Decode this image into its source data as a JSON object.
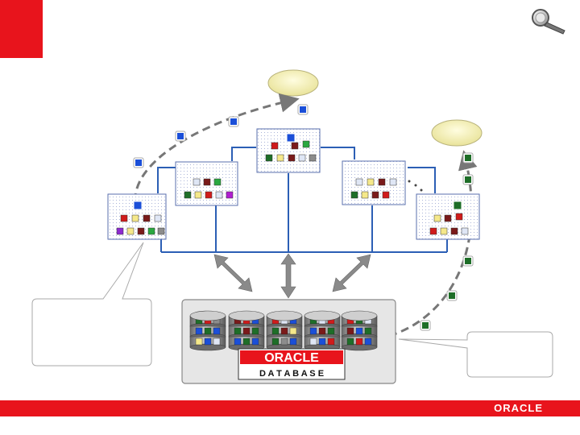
{
  "logos": {
    "oracle_word": "ORACLE",
    "database_word": "D A T A B A S E",
    "footer_word": "ORACLE"
  },
  "colors": {
    "brand_red": "#e8141c",
    "cache_blue": "#1b4fd8",
    "cache_green": "#1e6e28",
    "line_blue": "#2c5fb5",
    "ellipse_yellow": "#f6f2b4"
  },
  "icons": [
    "magnifier-icon",
    "database-cylinder-icon"
  ]
}
